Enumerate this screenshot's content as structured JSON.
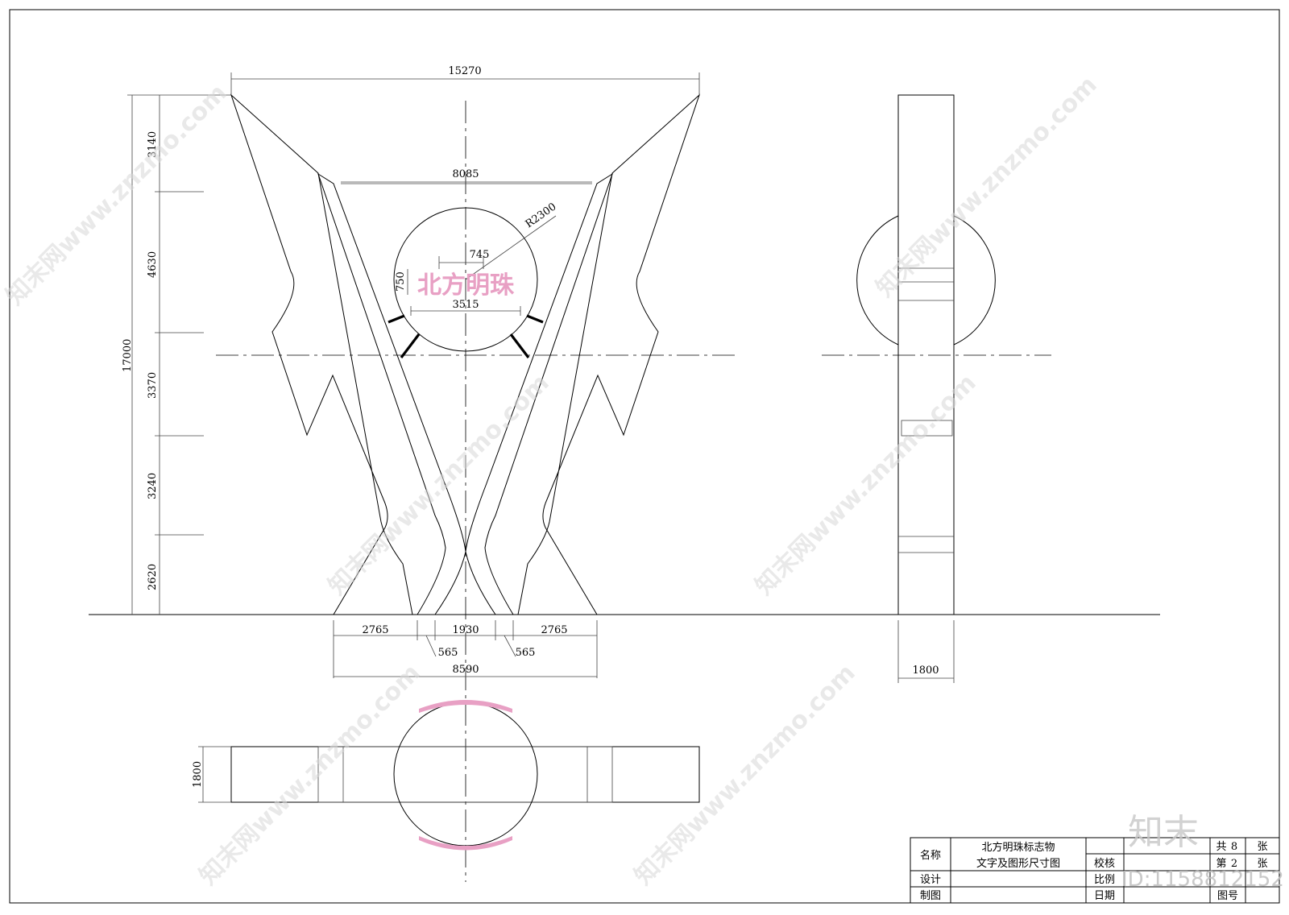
{
  "watermark": {
    "site": "知末网www.znzmo.com",
    "logo": "知末",
    "id": "ID:1158812152"
  },
  "sign_text": "北方明珠",
  "dimensions": {
    "top_width": "15270",
    "inner_width": "8085",
    "radius": "R2300",
    "text_width": "745",
    "text_height": "750",
    "text_span": "3515",
    "total_height": "17000",
    "seg_1": "3140",
    "seg_2": "4630",
    "seg_3": "3370",
    "seg_4": "3240",
    "seg_5": "2620",
    "base_left": "2765",
    "base_mid": "1930",
    "base_right": "2765",
    "leg_left": "565",
    "leg_right": "565",
    "base_total": "8590",
    "side_width": "1800",
    "plan_depth": "1800"
  },
  "title_block": {
    "name_label": "名称",
    "name_line1": "北方明珠标志物",
    "name_line2": "文字及图形尺寸图",
    "design_label": "设计",
    "drawn_label": "制图",
    "check_label": "校核",
    "scale_label": "比例",
    "date_label": "日期",
    "total_label": "共",
    "total_value": "8",
    "sheet_unit": "张",
    "page_label": "第",
    "page_value": "2",
    "drawing_no_label": "图号"
  }
}
